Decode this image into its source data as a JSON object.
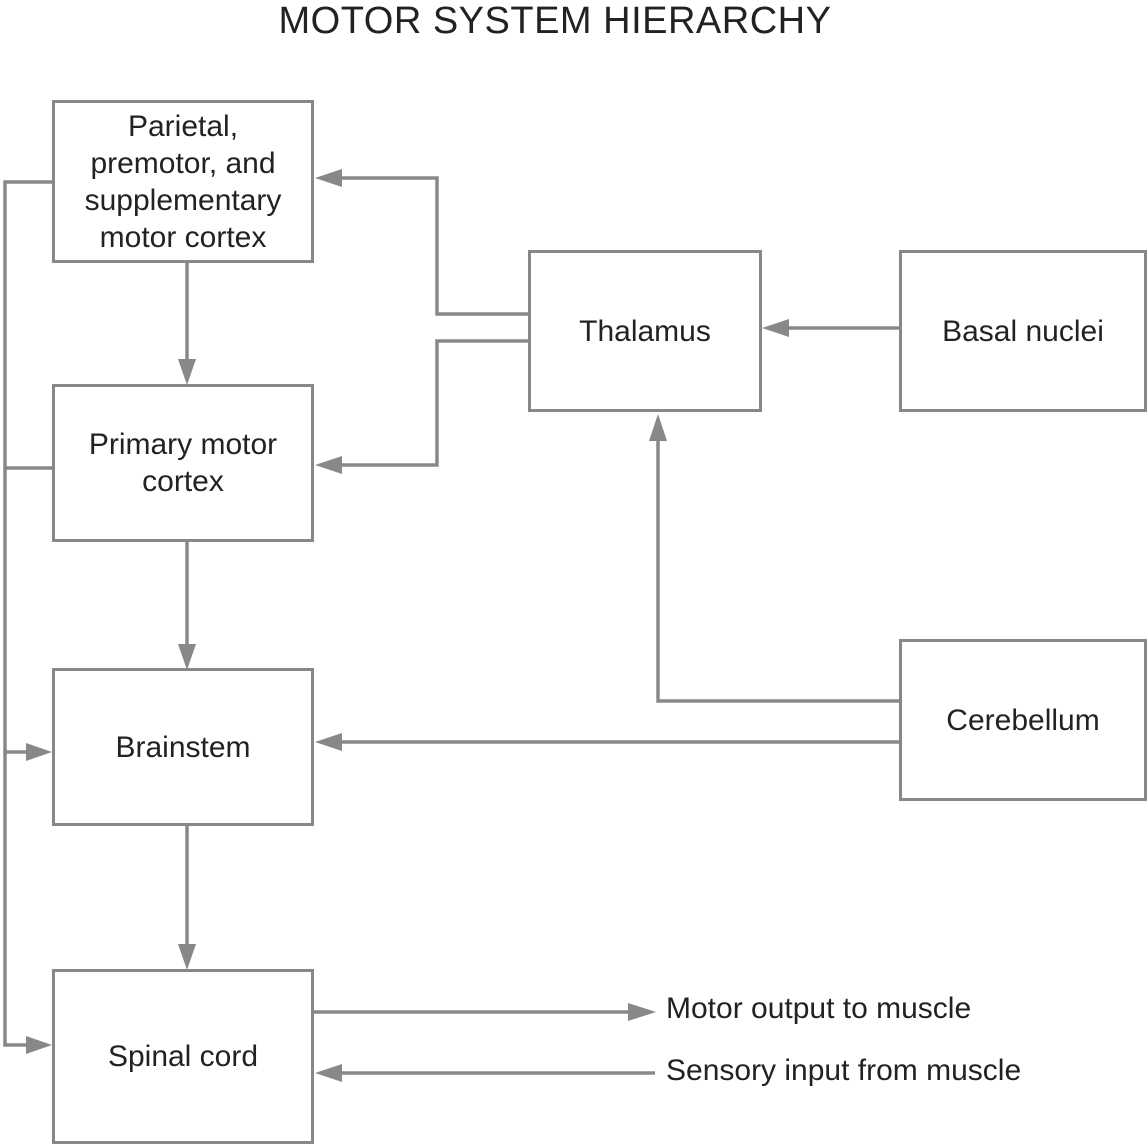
{
  "title": "MOTOR SYSTEM HIERARCHY",
  "nodes": {
    "parietal": "Parietal, premotor, and supplementary motor cortex",
    "primary": "Primary motor cortex",
    "brainstem": "Brainstem",
    "spinal": "Spinal cord",
    "thalamus": "Thalamus",
    "basal": "Basal nuclei",
    "cerebellum": "Cerebellum"
  },
  "external": {
    "motor_output": "Motor output to muscle",
    "sensory_input": "Sensory input from muscle"
  },
  "colors": {
    "line": "#888888",
    "text": "#222222"
  },
  "edges": [
    {
      "from": "parietal",
      "to": "primary"
    },
    {
      "from": "primary",
      "to": "brainstem"
    },
    {
      "from": "brainstem",
      "to": "spinal"
    },
    {
      "from": "thalamus",
      "to": "parietal"
    },
    {
      "from": "thalamus",
      "to": "primary"
    },
    {
      "from": "basal",
      "to": "thalamus"
    },
    {
      "from": "cerebellum",
      "to": "thalamus"
    },
    {
      "from": "cerebellum",
      "to": "brainstem"
    },
    {
      "from": "parietal",
      "to": "brainstem"
    },
    {
      "from": "primary",
      "to": "brainstem"
    },
    {
      "from": "parietal",
      "to": "spinal"
    },
    {
      "from": "spinal",
      "to": "motor_output"
    },
    {
      "from": "sensory_input",
      "to": "spinal"
    }
  ]
}
